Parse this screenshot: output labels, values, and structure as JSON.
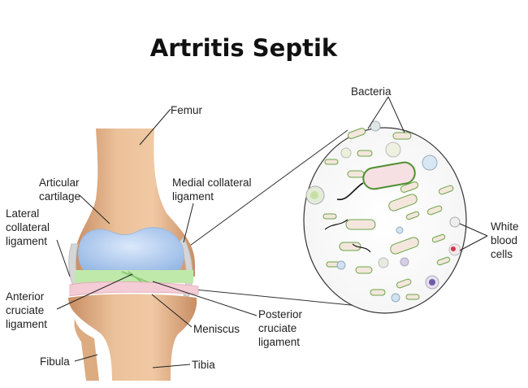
{
  "title": "Artritis Septik",
  "labels": {
    "femur": "Femur",
    "articular_cartilage": "Articular\ncartilage",
    "medial_collateral_ligament": "Medial collateral\nligament",
    "lateral_collateral_ligament": "Lateral\ncollateral\nligament",
    "anterior_cruciate_ligament": "Anterior\ncruciate\nligament",
    "posterior_cruciate_ligament": "Posterior\ncruciate\nligament",
    "meniscus": "Meniscus",
    "fibula": "Fibula",
    "tibia": "Tibia",
    "bacteria": "Bacteria",
    "white_blood_cells": "White\nblood\ncells"
  },
  "colors": {
    "bone": "#e8bc93",
    "bone_shadow": "#c9936a",
    "cartilage": "#a9c7ec",
    "ligament_green": "#b8e7a6",
    "meniscus_pink": "#f3c9d2",
    "capsule_gray": "#d4d4d4",
    "bacteria_outline": "#5c9a3a",
    "bacteria_fill": "#f3e4dc"
  }
}
